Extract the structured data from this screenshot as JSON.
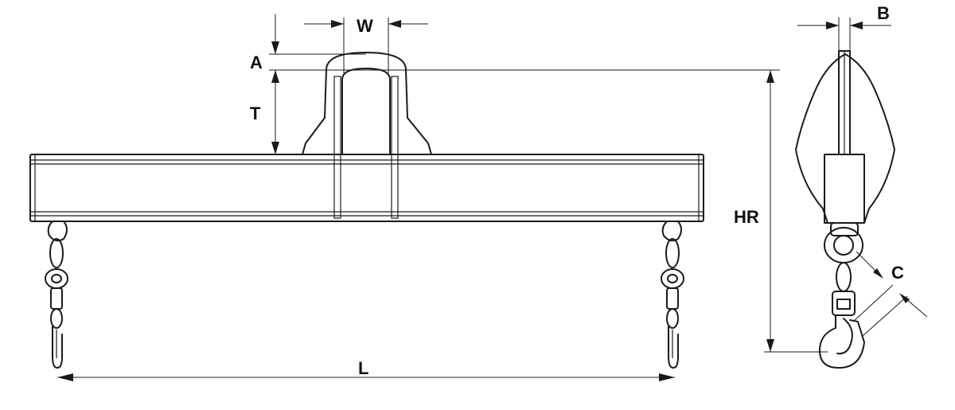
{
  "labels": {
    "w": "W",
    "a": "A",
    "t": "T",
    "b": "B",
    "hr": "HR",
    "c": "C",
    "l": "L"
  },
  "colors": {
    "line": "#1a1a1a",
    "background": "#ffffff"
  }
}
